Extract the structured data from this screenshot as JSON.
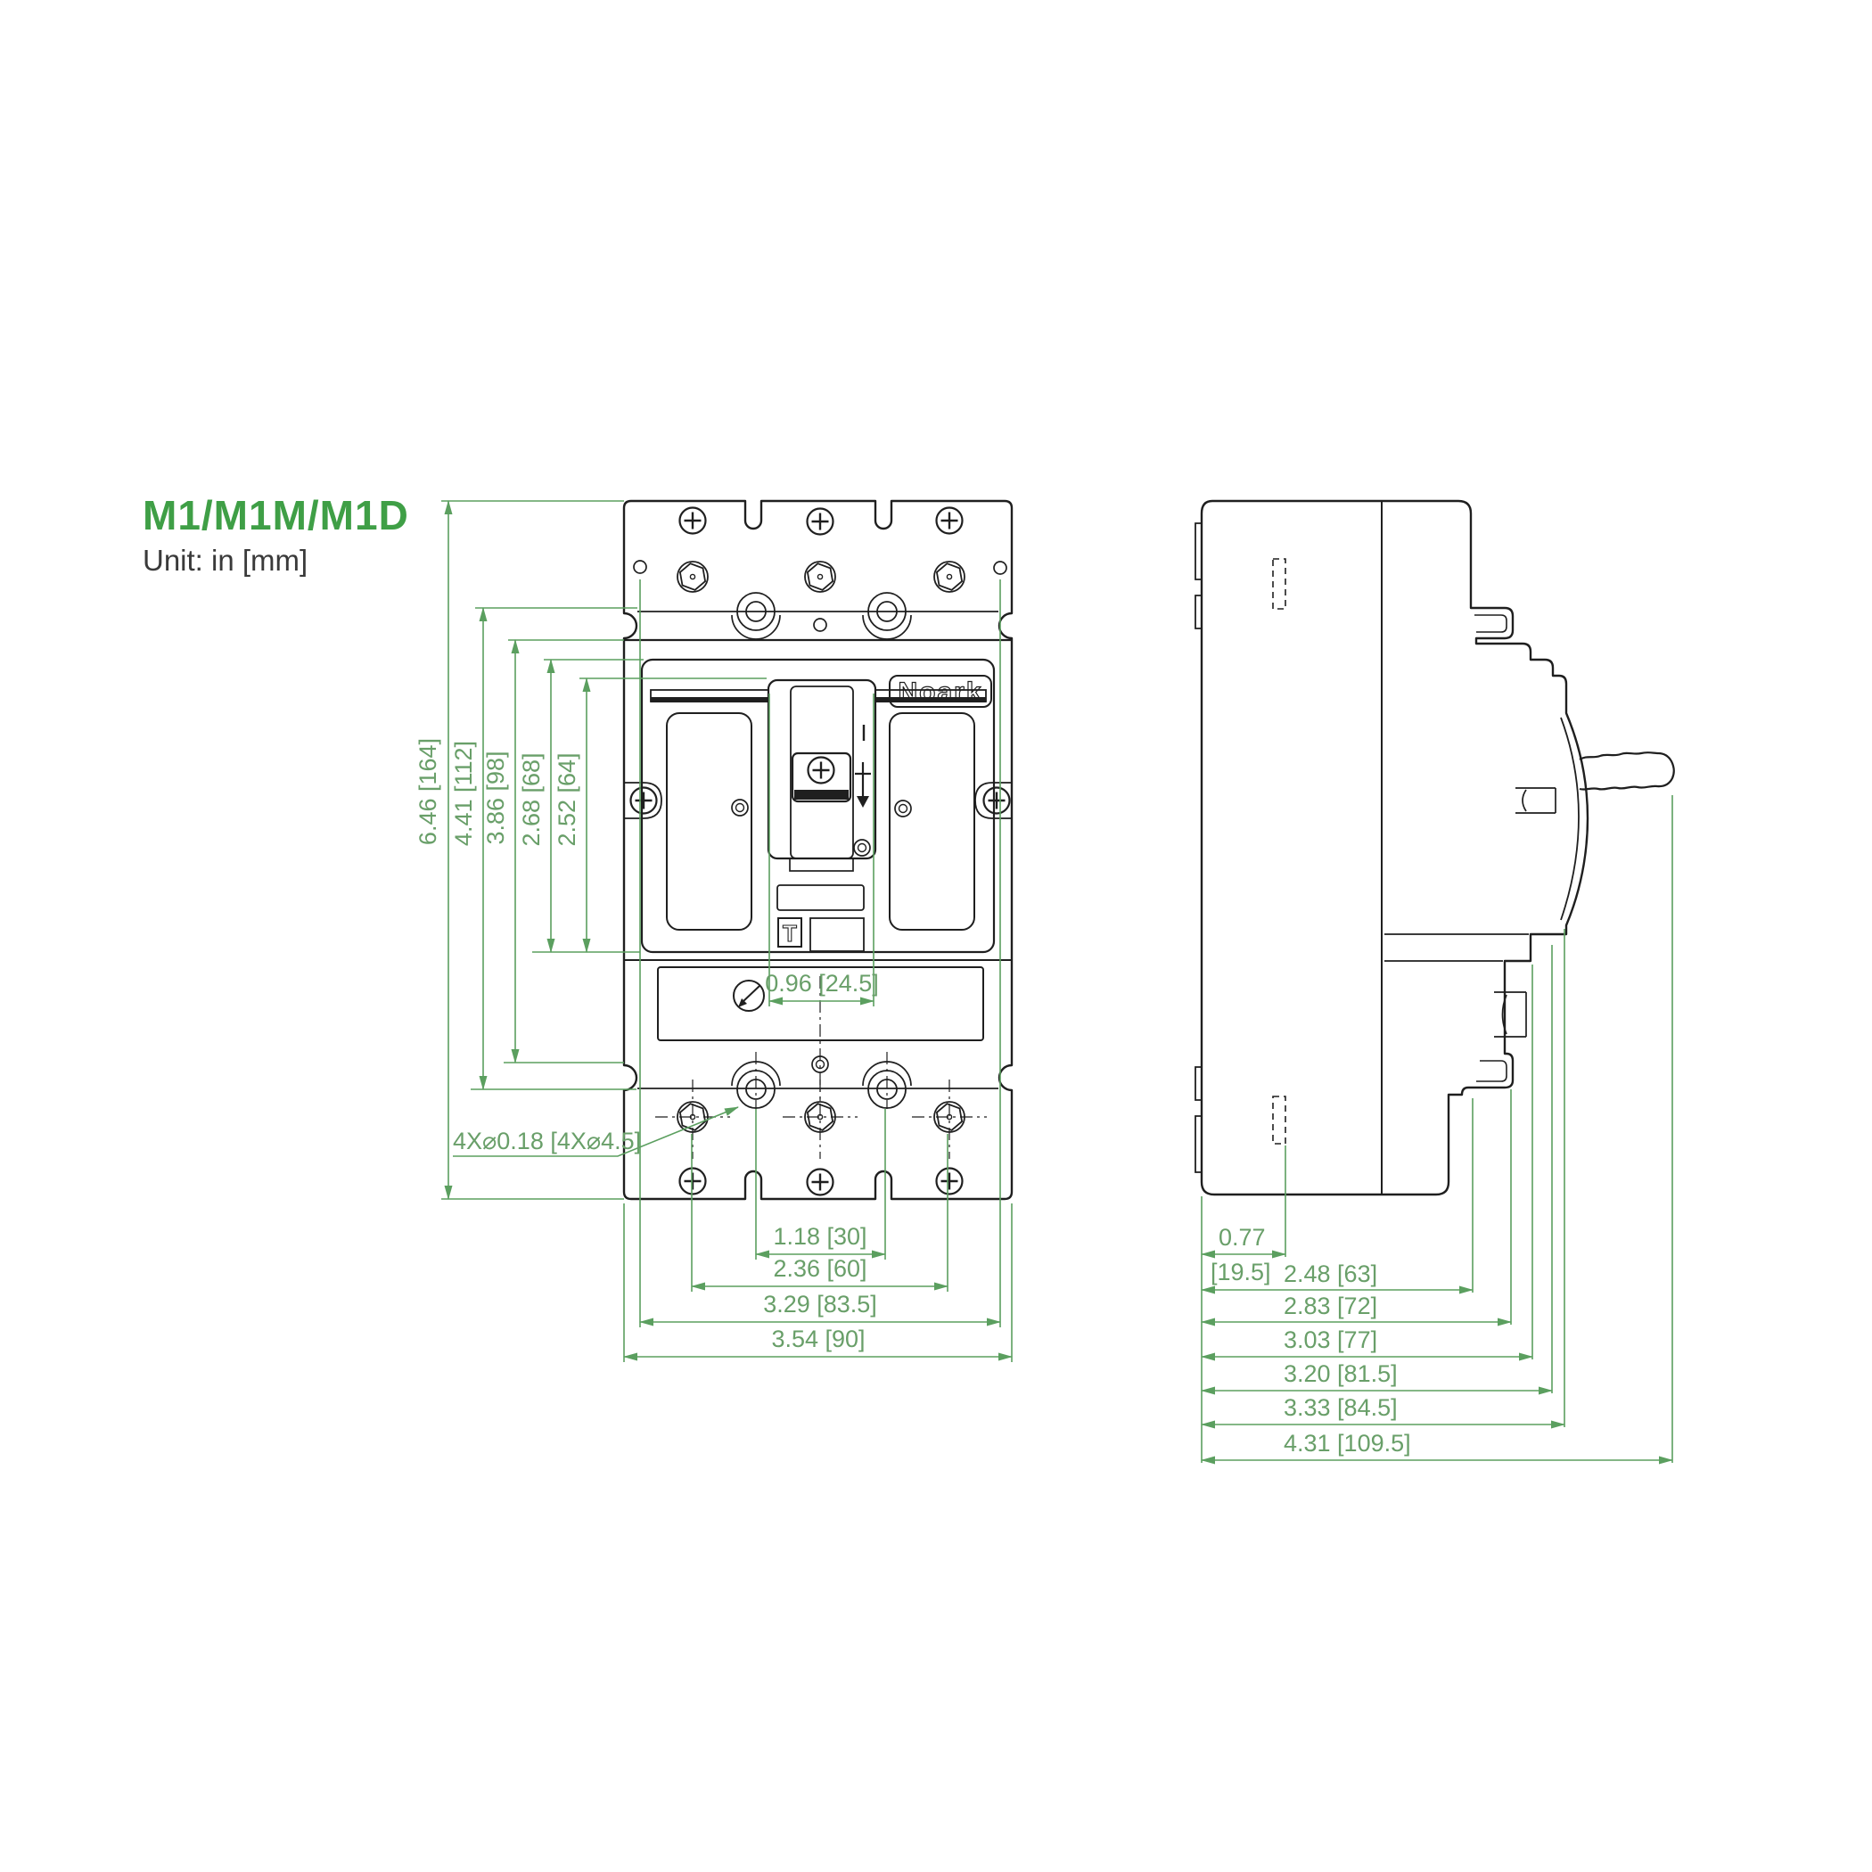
{
  "title": "M1/M1M/M1D",
  "unit_label": "Unit: in [mm]",
  "brand_logo": "Noark",
  "colors": {
    "title_green": "#3f9f46",
    "dim_line_green": "#5b9f5f",
    "dim_text_green": "#699f69",
    "drawing_black": "#1f1f1f"
  },
  "front_view": {
    "name": "front-view",
    "vertical_dims": [
      "6.46 [164]",
      "4.41 [112]",
      "3.86 [98]",
      "2.68 [68]",
      "2.52 [64]"
    ],
    "bottom_dims": [
      "1.18 [30]",
      "2.36 [60]",
      "3.29 [83.5]",
      "3.54 [90]"
    ],
    "handle_width_dim": "0.96 [24.5]",
    "mounting_hole_callout": "4X⌀0.18 [4X⌀4.5]",
    "on_position_mark": "I",
    "test_button_mark": "T"
  },
  "side_view": {
    "name": "side-view",
    "depth_dim_primary_in": "0.77",
    "depth_dim_primary_mm": "[19.5]",
    "depth_dims": [
      "2.48 [63]",
      "2.83 [72]",
      "3.03 [77]",
      "3.20 [81.5]",
      "3.33 [84.5]",
      "4.31 [109.5]"
    ]
  }
}
